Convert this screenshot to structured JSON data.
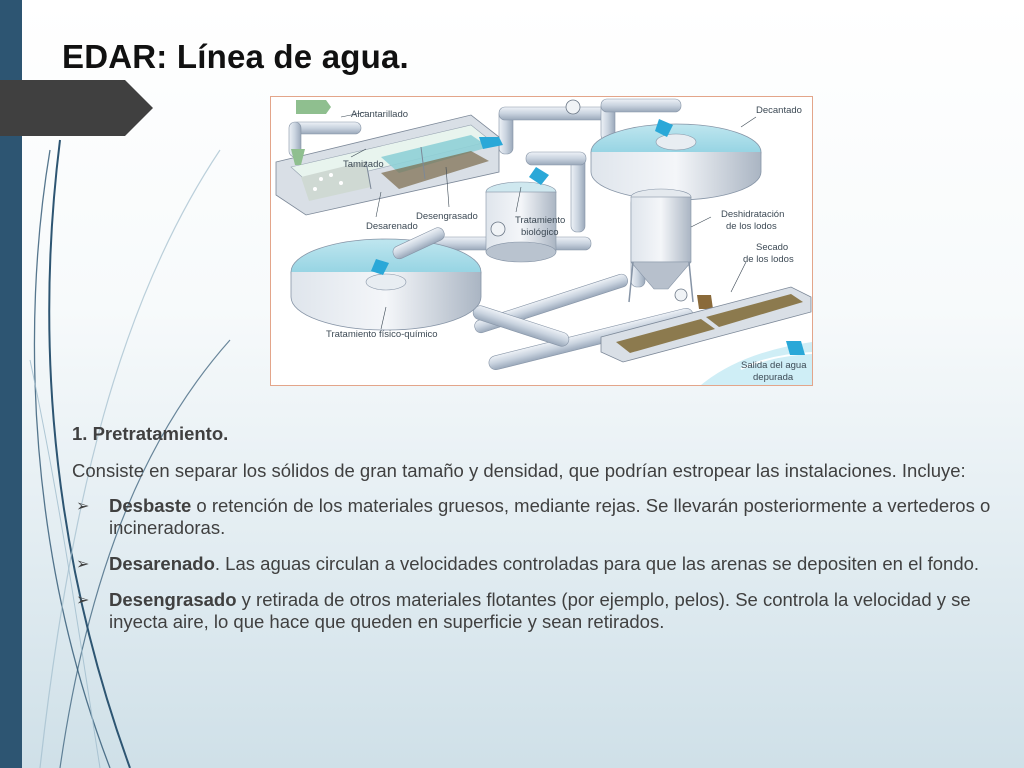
{
  "slide": {
    "title": "EDAR: Línea de agua.",
    "accent_color": "#2d5572",
    "tab_color": "#404040"
  },
  "figure": {
    "labels": {
      "alcantarillado": "Alcantarillado",
      "tamizado": "Tamizado",
      "desarenado": "Desarenado",
      "desengrasado": "Desengrasado",
      "tratamiento_biologico_1": "Tratamiento",
      "tratamiento_biologico_2": "biológico",
      "decantado": "Decantado",
      "deshidratacion_1": "Deshidratación",
      "deshidratacion_2": "de los lodos",
      "secado_1": "Secado",
      "secado_2": "de los lodos",
      "fisico_quimico": "Tratamiento físico-químico",
      "salida_1": "Salida del agua",
      "salida_2": "depurada"
    }
  },
  "content": {
    "heading": "1. Pretratamiento.",
    "intro": "Consiste en separar los sólidos de gran tamaño y densidad, que podrían estropear las instalaciones. Incluye:",
    "bullet_icon": "arrow-bullet-icon",
    "bullets": [
      {
        "term": "Desbaste",
        "text": " o retención de los materiales gruesos, mediante rejas. Se llevarán posteriormente a vertederos o incineradoras."
      },
      {
        "term": "Desarenado",
        "text": ". Las aguas circulan a velocidades controladas para que las arenas se depositen en el fondo."
      },
      {
        "term": "Desengrasado",
        "text": " y retirada de otros materiales flotantes (por ejemplo, pelos). Se controla la velocidad y se inyecta aire, lo que hace que queden en superficie y sean retirados."
      }
    ]
  }
}
